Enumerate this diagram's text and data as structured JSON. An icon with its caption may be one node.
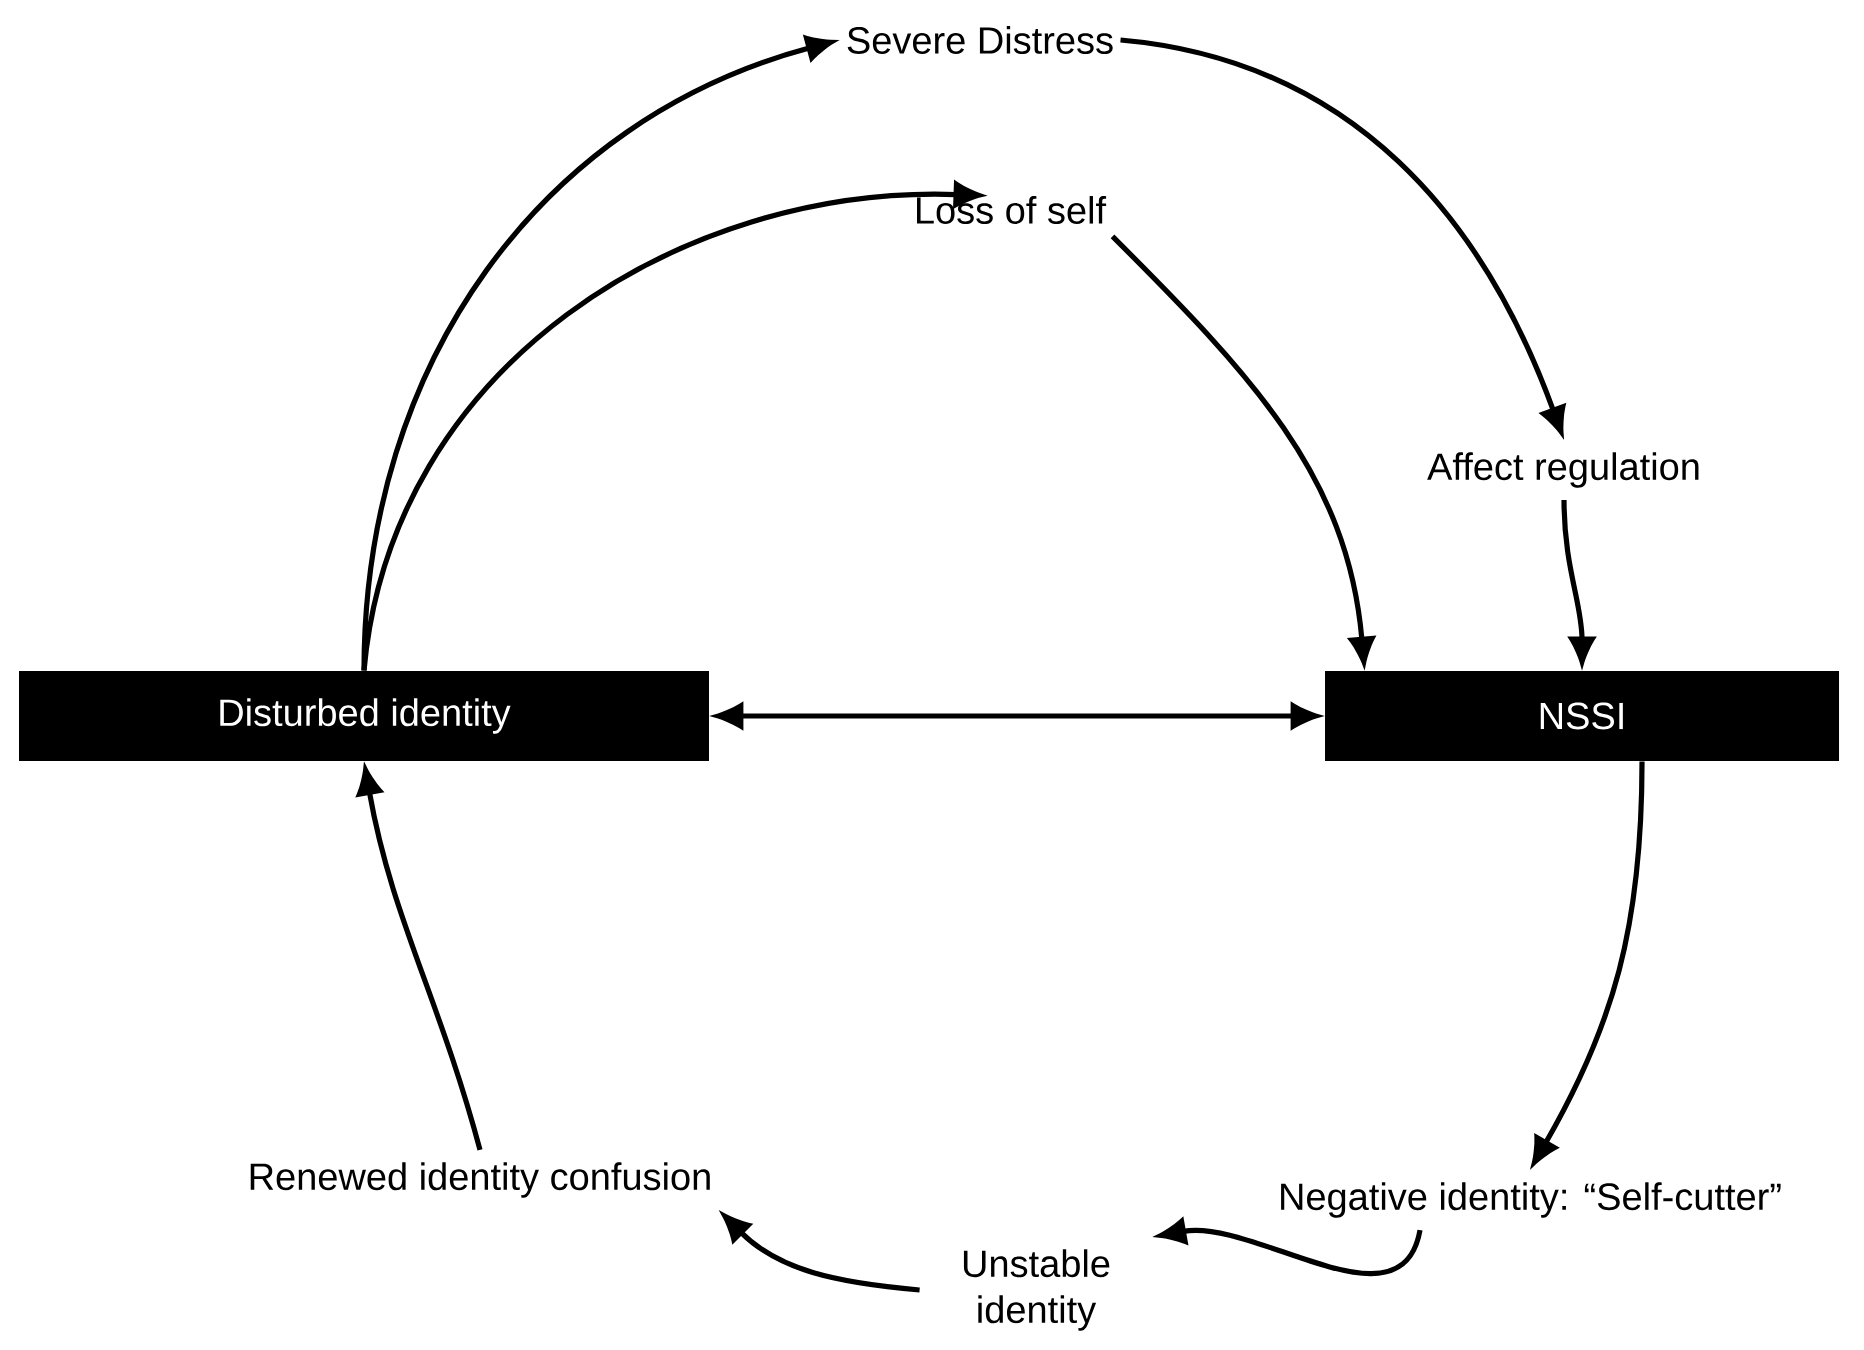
{
  "diagram": {
    "nodes": [
      {
        "text": [
          "Disturbed identity"
        ]
      },
      {
        "text": [
          "NSSI"
        ]
      },
      {
        "text": [
          "Severe Distress"
        ]
      },
      {
        "text": [
          "Loss of self"
        ]
      },
      {
        "text": [
          "Affect regulation"
        ]
      },
      {
        "text": [
          "Negative identity: “Self-cutter”"
        ]
      },
      {
        "text": [
          "Unstable identity"
        ]
      },
      {
        "text": [
          "Renewed identity confusion"
        ]
      }
    ],
    "edges": [
      {
        "from": 0,
        "to": 2,
        "arrow": "to"
      },
      {
        "from": 0,
        "to": 3,
        "arrow": "to"
      },
      {
        "from": 2,
        "to": 4,
        "arrow": "to"
      },
      {
        "from": 3,
        "to": 1,
        "arrow": "to"
      },
      {
        "from": 4,
        "to": 1,
        "arrow": "to"
      },
      {
        "from": 0,
        "to": 1,
        "arrow": "both"
      },
      {
        "from": 1,
        "to": 5,
        "arrow": "to"
      },
      {
        "from": 5,
        "to": 6,
        "arrow": "to"
      },
      {
        "from": 6,
        "to": 7,
        "arrow": "to"
      },
      {
        "from": 7,
        "to": 0,
        "arrow": "to"
      }
    ]
  }
}
